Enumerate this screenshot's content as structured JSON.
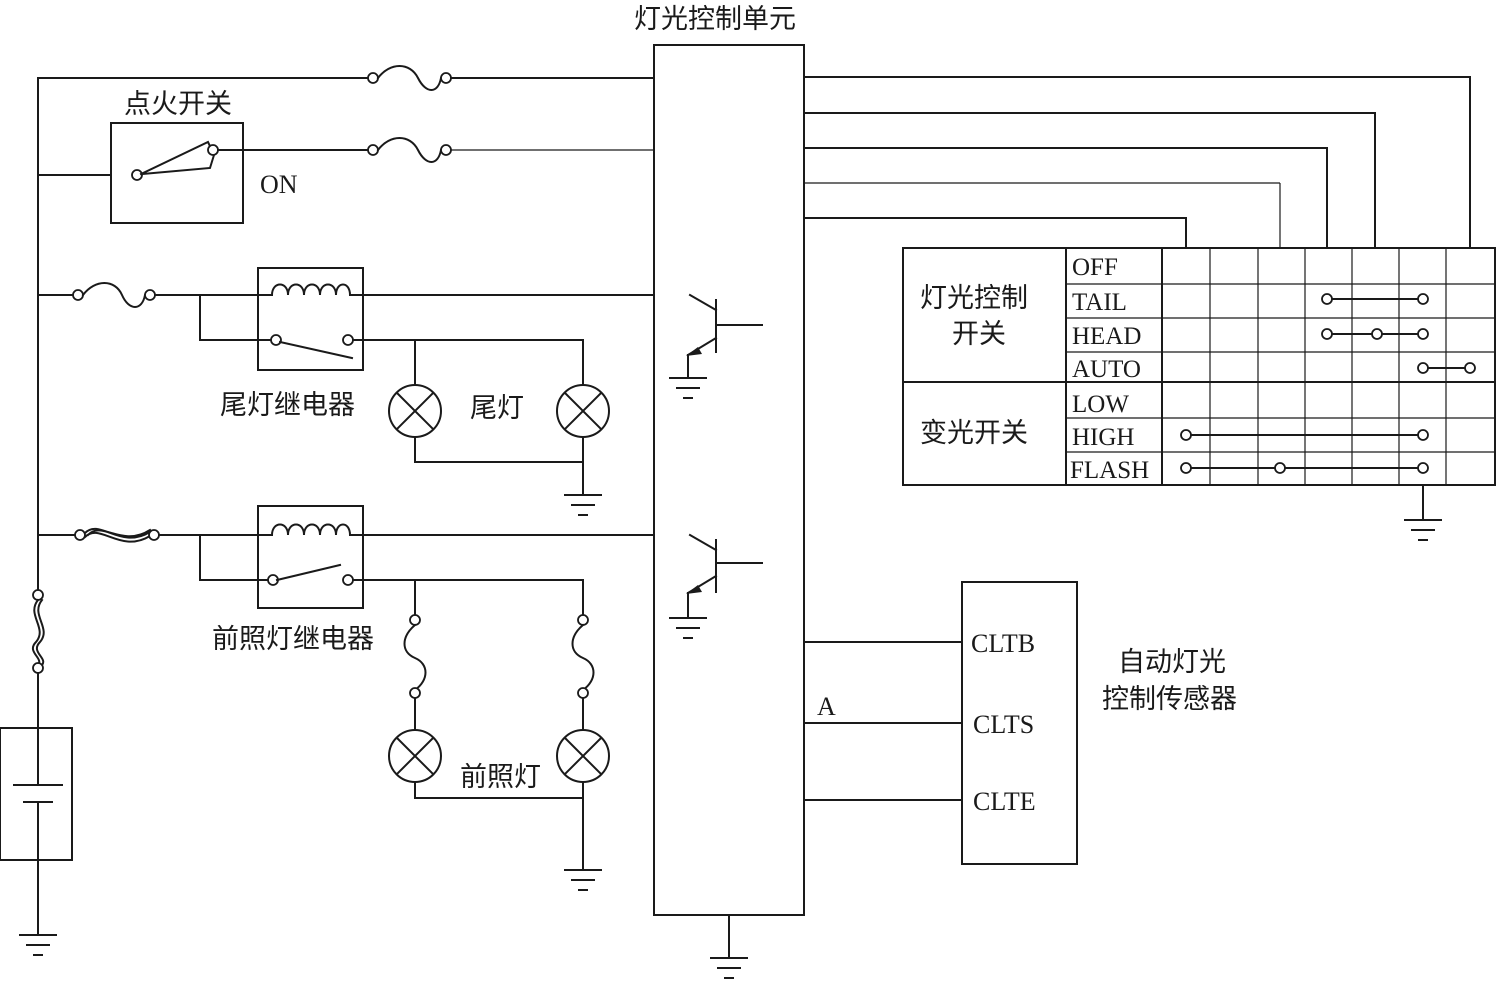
{
  "labels": {
    "control_unit": "灯光控制单元",
    "ignition_switch": "点火开关",
    "ignition_on": "ON",
    "tail_relay": "尾灯继电器",
    "tail_lamp": "尾灯",
    "head_relay": "前照灯继电器",
    "head_lamp": "前照灯",
    "light_switch_line1": "灯光控制",
    "light_switch_line2": "开关",
    "dimmer_switch": "变光开关",
    "sensor_line1": "自动灯光",
    "sensor_line2": "控制传感器",
    "point_a": "A"
  },
  "light_switch_positions": [
    "OFF",
    "TAIL",
    "HEAD",
    "AUTO"
  ],
  "dimmer_switch_positions": [
    "LOW",
    "HIGH",
    "FLASH"
  ],
  "sensor_pins": [
    "CLTB",
    "CLTS",
    "CLTE"
  ]
}
